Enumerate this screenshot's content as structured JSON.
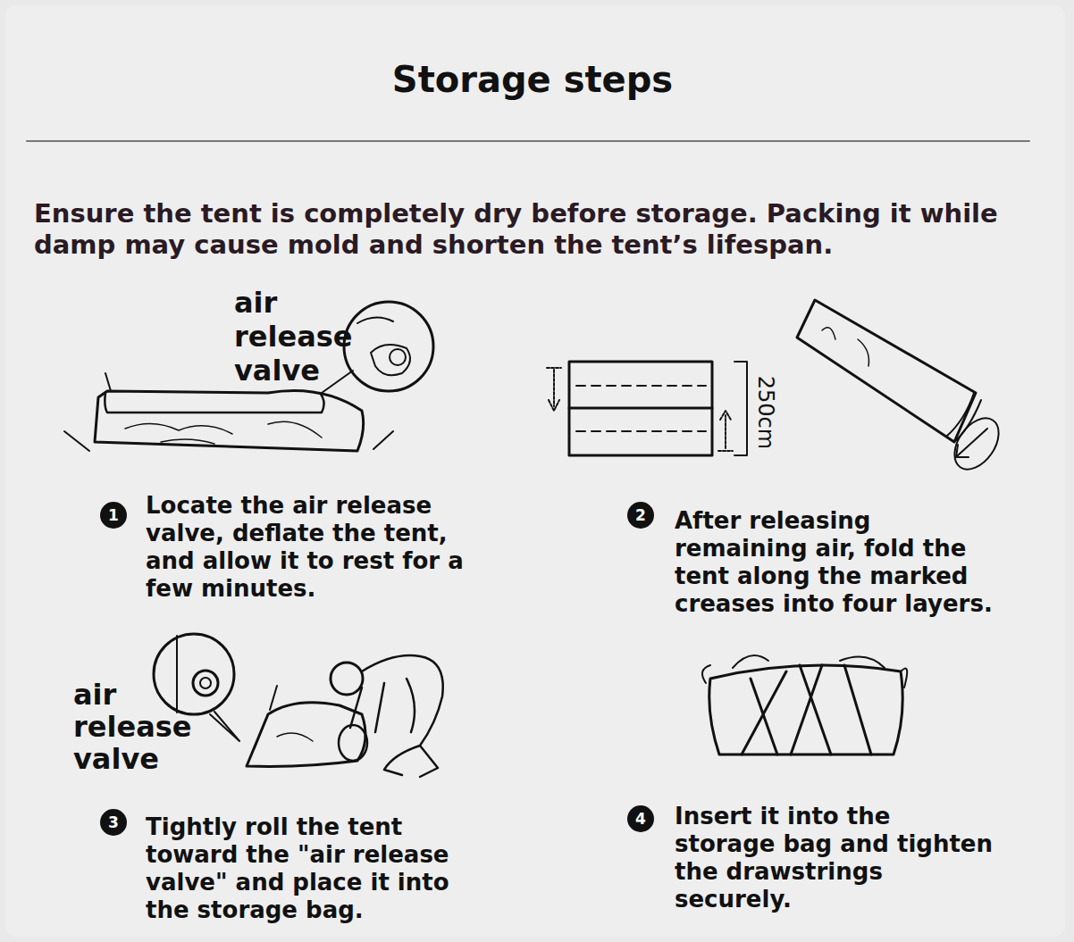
{
  "diagram": {
    "title": "Storage steps",
    "nodes": [
      {
        "text": [
          "1"
        ]
      },
      {
        "text": [
          "2"
        ]
      },
      {
        "text": [
          "3"
        ]
      },
      {
        "text": [
          "4"
        ]
      }
    ],
    "labels": [
      "Ensure the tent is completely dry before storage. Packing it while damp may cause mold and shorten the tent’s lifespan.",
      "air release valve",
      "Locate the air release valve, deflate the tent, and allow it to rest for a few minutes.",
      "250cm",
      "After releasing remaining air, fold the tent along the marked creases into four layers.",
      "air release valve",
      "Tightly roll the tent toward the \"air release valve\" and place it into the storage bag.",
      "Insert it into the storage bag and tighten the drawstrings securely."
    ]
  }
}
